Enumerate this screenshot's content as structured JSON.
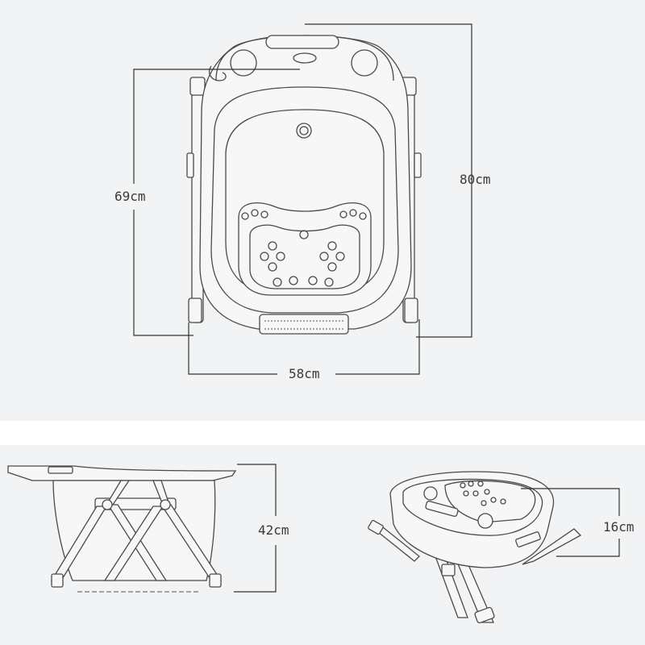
{
  "dimensions": {
    "top_height": "80cm",
    "inner_height": "69cm",
    "width": "58cm",
    "side_height": "42cm",
    "folded_height": "16cm"
  },
  "colors": {
    "background": "#f2f3f5",
    "divider": "#ffffff",
    "line": "#4a4a4a",
    "text": "#3a3a3a"
  }
}
